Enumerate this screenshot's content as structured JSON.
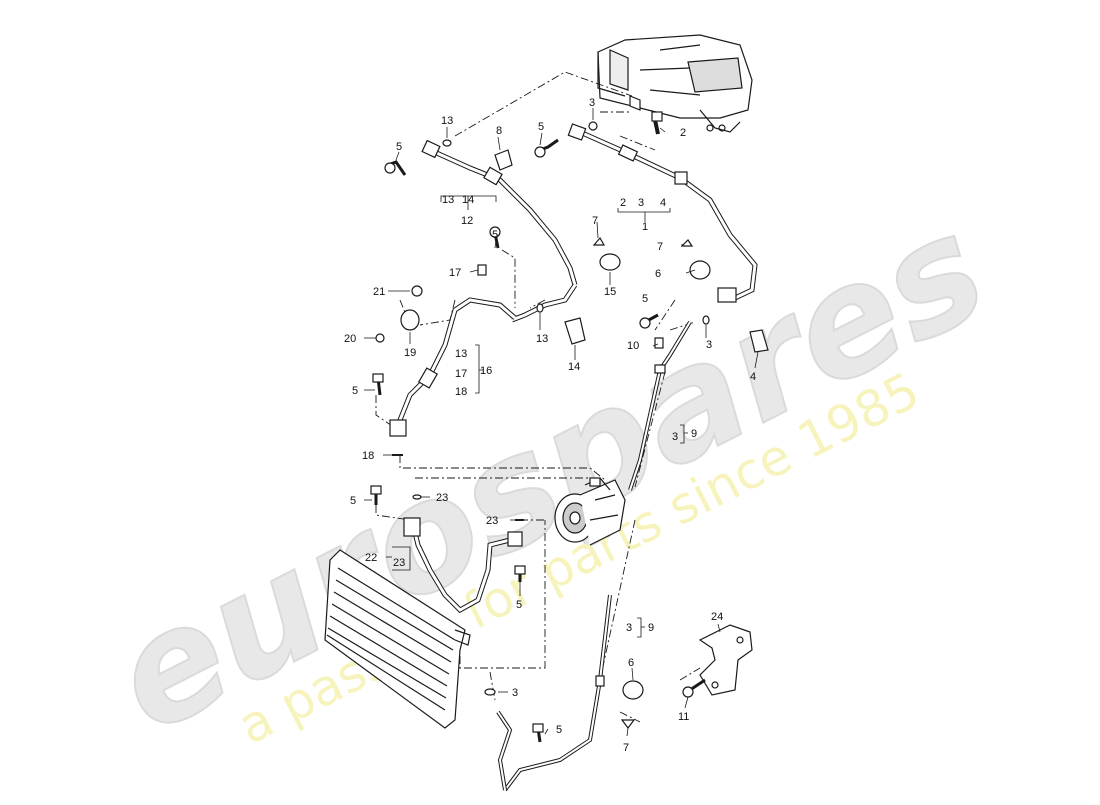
{
  "watermark": {
    "brand": "eurospares",
    "tagline": "a passion for parts since 1985",
    "brand_color": "#d9d9d9",
    "tagline_color": "#f3f0a0"
  },
  "callouts": {
    "c1": "1",
    "c2": "2",
    "c3": "3",
    "c4": "4",
    "c5": "5",
    "c6": "6",
    "c7": "7",
    "c8": "8",
    "c9": "9",
    "c10": "10",
    "c11": "11",
    "c12": "12",
    "c13": "13",
    "c14": "14",
    "c15": "15",
    "c16": "16",
    "c17": "17",
    "c18": "18",
    "c19": "19",
    "c20": "20",
    "c21": "21",
    "c22": "22",
    "c23": "23",
    "c24": "24"
  },
  "colors": {
    "line": "#1a1a1a",
    "fill": "#ffffff",
    "shade": "#c8c8c8"
  }
}
